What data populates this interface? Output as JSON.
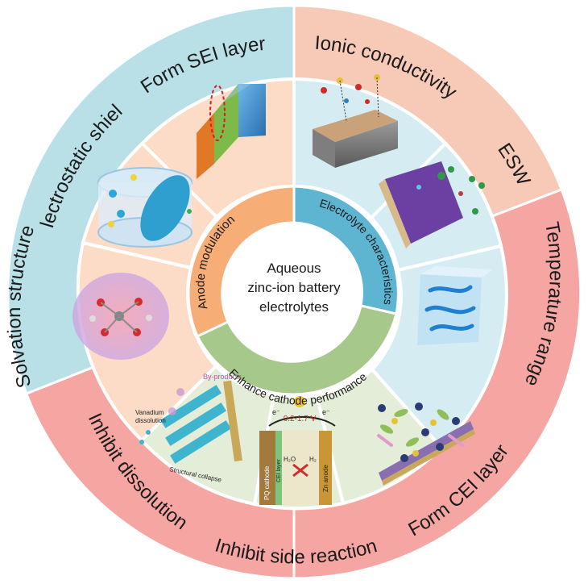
{
  "center": {
    "line1": "Aqueous",
    "line2": "zinc-ion battery",
    "line3": "electrolytes"
  },
  "categories": {
    "anode": "Anode modulation",
    "electrolyte": "Electrolyte characteristics",
    "cathode": "Enhance cathode performance"
  },
  "outer_labels": {
    "form_sei": "Form SEI layer",
    "ionic": "Ionic conductivity",
    "esw": "ESW",
    "temperature": "Temperature range",
    "form_cei": "Form CEI layer",
    "side_reaction": "Inhibit side reaction",
    "dissolution": "Inhibit dissolution",
    "solvation": "Solvation structure",
    "electrostatic": "Electrostatic shield"
  },
  "illustration_labels": {
    "byproducts": "By-products",
    "vanadium": "Vanadium",
    "dissolution": "dissolution",
    "structural": "Structural collapse",
    "voltage": "0.2-1.7 V",
    "e_left": "e⁻",
    "e_right": "e⁻",
    "h2o": "H₂O",
    "h2": "H₂",
    "zn_anode": "Zn anode",
    "cathode": "PQ cathode",
    "cei_layer": "CEI layer"
  },
  "colors": {
    "anode_band": "#F8AF75",
    "electrolyte_band": "#5FB6D2",
    "cathode_band": "#A7C98A",
    "outer_orange": "#FBC0A6",
    "outer_blue": "#B9DFE8",
    "outer_green": "#D7E6C3",
    "outer_pink": "#F4A8A6"
  }
}
